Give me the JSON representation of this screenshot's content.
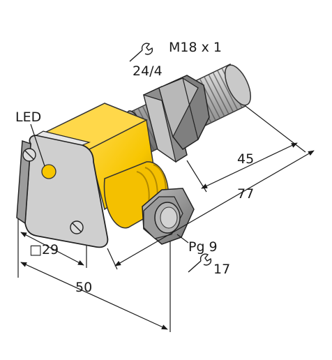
{
  "labels": {
    "thread": "M18 x 1",
    "wrench_nut": "24/4",
    "led": "LED",
    "cable_gland": "Pg 9",
    "wrench_gland": "17"
  },
  "dimensions": {
    "d45": "45",
    "d77": "77",
    "d29": "□29",
    "d50": "50"
  },
  "colors": {
    "housing_yellow": "#f7c600",
    "housing_yellow_dark": "#c99a00",
    "face_gray": "#cfcfcf",
    "metal": "#9a9a9a",
    "metal_dark": "#5e5e5e"
  }
}
